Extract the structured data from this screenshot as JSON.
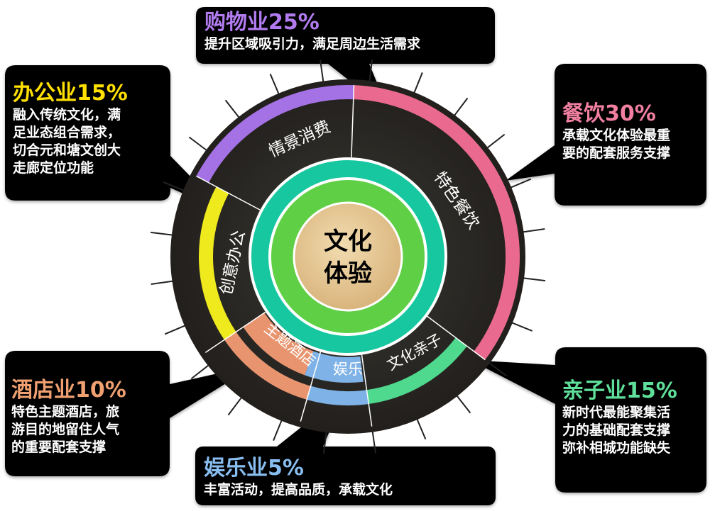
{
  "center": {
    "line1": "文化",
    "line2": "体验"
  },
  "ring_labels": {
    "shopping": "情景消费",
    "catering": "特色餐饮",
    "office": "创意办公",
    "hotel": "主题酒店",
    "entertainment": "娱乐",
    "kids": "文化亲子"
  },
  "callouts": {
    "shopping": {
      "title": "购物业25%",
      "lines": [
        "提升区域吸引力，满足周边生活需求"
      ]
    },
    "catering": {
      "title": "餐饮30%",
      "lines": [
        "承载文化体验最重",
        "要的配套服务支撑"
      ]
    },
    "office": {
      "title": "办公业15%",
      "lines": [
        "融入传统文化，满",
        "足业态组合需求，",
        "切合元和塘文创大",
        "走廊定位功能"
      ]
    },
    "hotel": {
      "title": "酒店业10%",
      "lines": [
        "特色主题酒店，旅",
        "游目的地留住人气",
        "的重要配套支撑"
      ]
    },
    "kids": {
      "title": "亲子业15%",
      "lines": [
        "新时代最能聚集活",
        "力的基础配套支撑",
        "弥补相城功能缺失"
      ]
    },
    "entertainment": {
      "title": "娱乐业5%",
      "lines": [
        "丰富活动，提高品质，承载文化"
      ]
    }
  },
  "chart_data": {
    "type": "pie",
    "categories": [
      "购物业",
      "餐饮",
      "亲子业",
      "娱乐业",
      "酒店业",
      "办公业"
    ],
    "values": [
      25,
      30,
      15,
      5,
      10,
      15
    ],
    "colors": {
      "shopping": "#a472e4",
      "catering": "#e96a8e",
      "kids": "#4fd98e",
      "entertainment": "#7fb2e6",
      "hotel": "#e8956f",
      "office": "#eeea1e",
      "title_office": "#ffe000",
      "title_hotel": "#f0a070",
      "title_kids": "#5fe09a",
      "title_entertainment": "#88bdf0",
      "title_shopping": "#b27cf0",
      "title_catering": "#f07fa0",
      "inner_ring": "#16c7a0",
      "core_ring": "#5fd045",
      "center": "#e9cc9a"
    }
  }
}
